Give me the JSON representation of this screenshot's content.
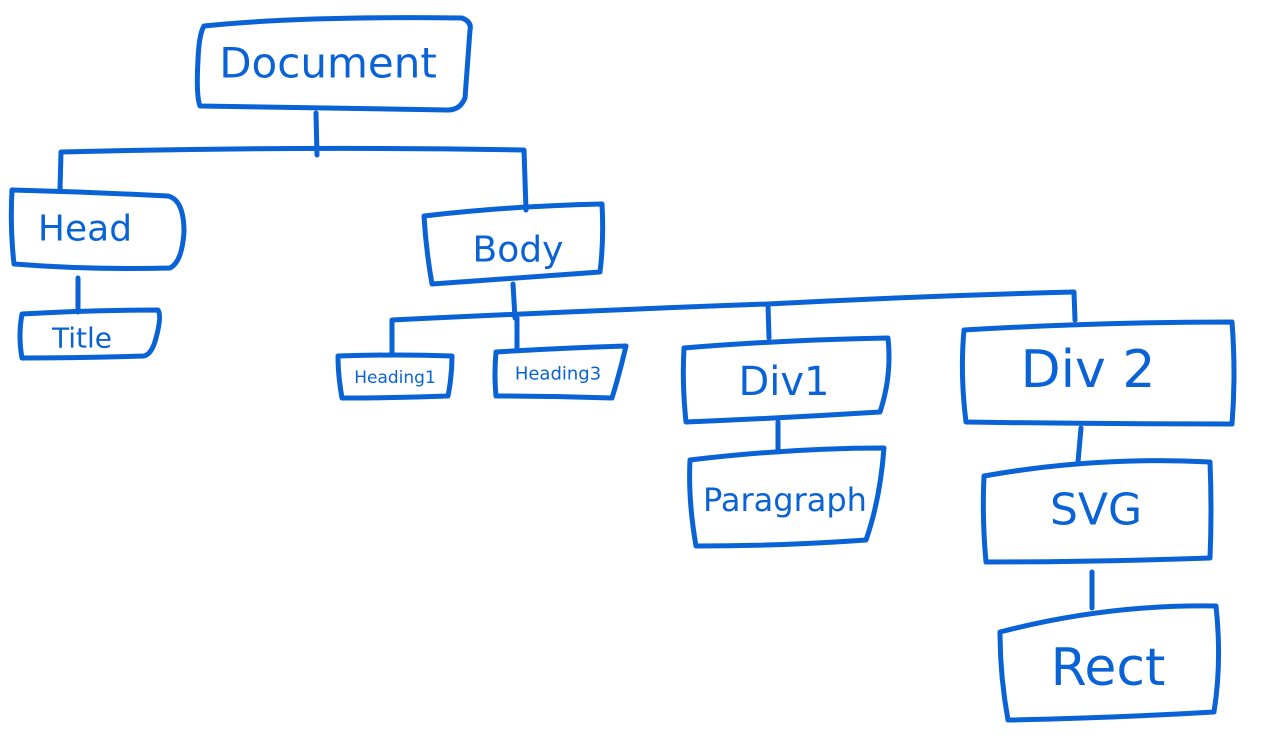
{
  "colors": {
    "ink": "#0a63d6",
    "background": "#ffffff"
  },
  "tree": {
    "document": "Document",
    "head": "Head",
    "title": "Title",
    "body": "Body",
    "heading1": "Heading1",
    "heading3": "Heading3",
    "div1": "Div1",
    "paragraph": "Paragraph",
    "div2": "Div 2",
    "svg": "SVG",
    "rect": "Rect"
  }
}
